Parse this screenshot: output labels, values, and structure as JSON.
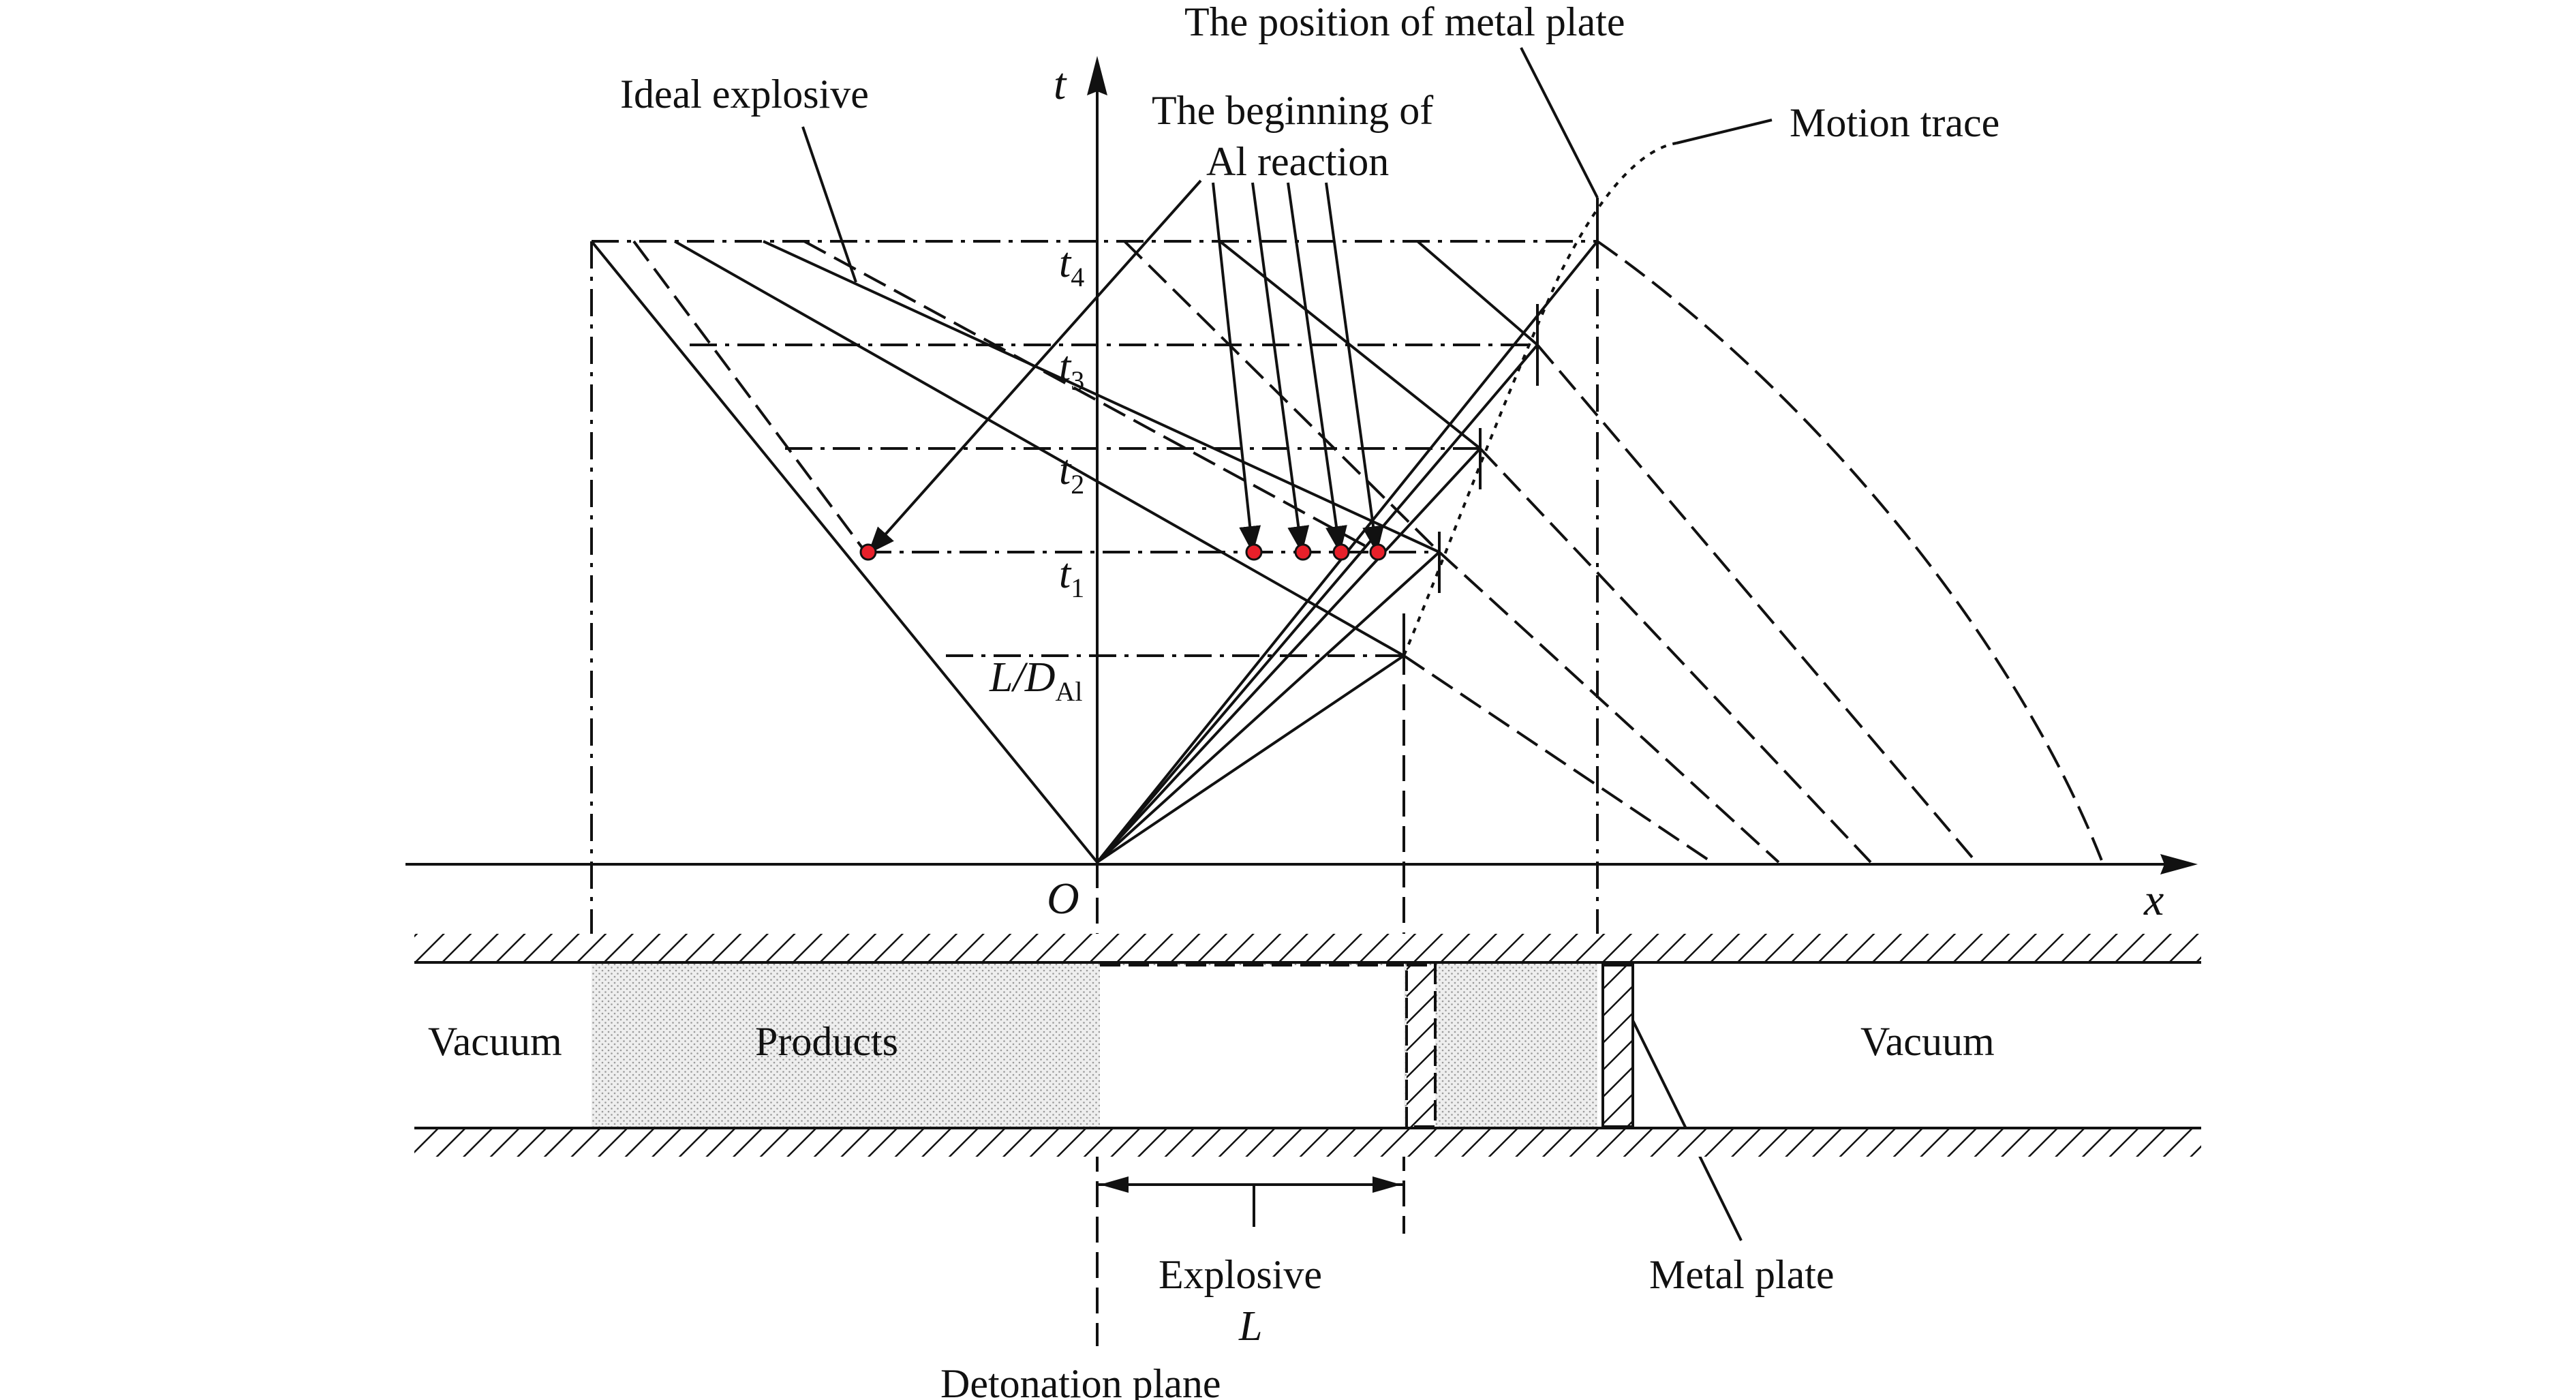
{
  "axes": {
    "t_label": "t",
    "x_label": "x",
    "origin_label": "O"
  },
  "time_labels": {
    "t4": "t",
    "t4_sub": "4",
    "t3": "t",
    "t3_sub": "3",
    "t2": "t",
    "t2_sub": "2",
    "t1": "t",
    "t1_sub": "1",
    "ld_main": "L/D",
    "ld_sub": "Al"
  },
  "annotations": {
    "metal_plate_position": "The position of metal plate",
    "ideal_explosive": "Ideal explosive",
    "al_reaction_line1": "The beginning of",
    "al_reaction_line2": "Al reaction",
    "motion_trace": "Motion trace"
  },
  "regions": {
    "vacuum_left": "Vacuum",
    "products": "Products",
    "vacuum_right": "Vacuum"
  },
  "bottom_labels": {
    "explosive": "Explosive",
    "length": "L",
    "detonation_plane": "Detonation plane",
    "metal_plate": "Metal plate"
  },
  "colors": {
    "line": "#111111",
    "reaction_point": "#e8202a",
    "products_fill": "#ececec"
  }
}
